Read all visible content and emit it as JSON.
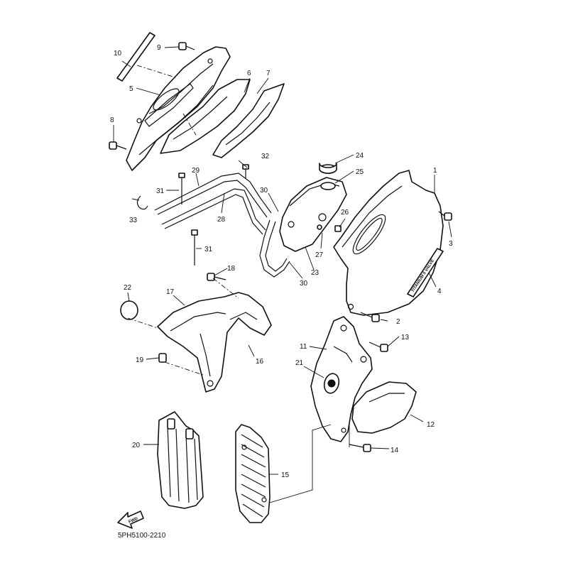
{
  "diagram": {
    "code": "5PH5100-2210",
    "fwd_label": "FWD",
    "decal_text": "TITANIUM 5 VALVE",
    "callouts": [
      "1",
      "2",
      "3",
      "4",
      "5",
      "6",
      "7",
      "8",
      "9",
      "10",
      "11",
      "12",
      "13",
      "14",
      "15",
      "16",
      "17",
      "18",
      "19",
      "20",
      "21",
      "22",
      "23",
      "24",
      "25",
      "26",
      "27",
      "28",
      "29",
      "30",
      "30",
      "31",
      "31",
      "32",
      "33"
    ]
  }
}
